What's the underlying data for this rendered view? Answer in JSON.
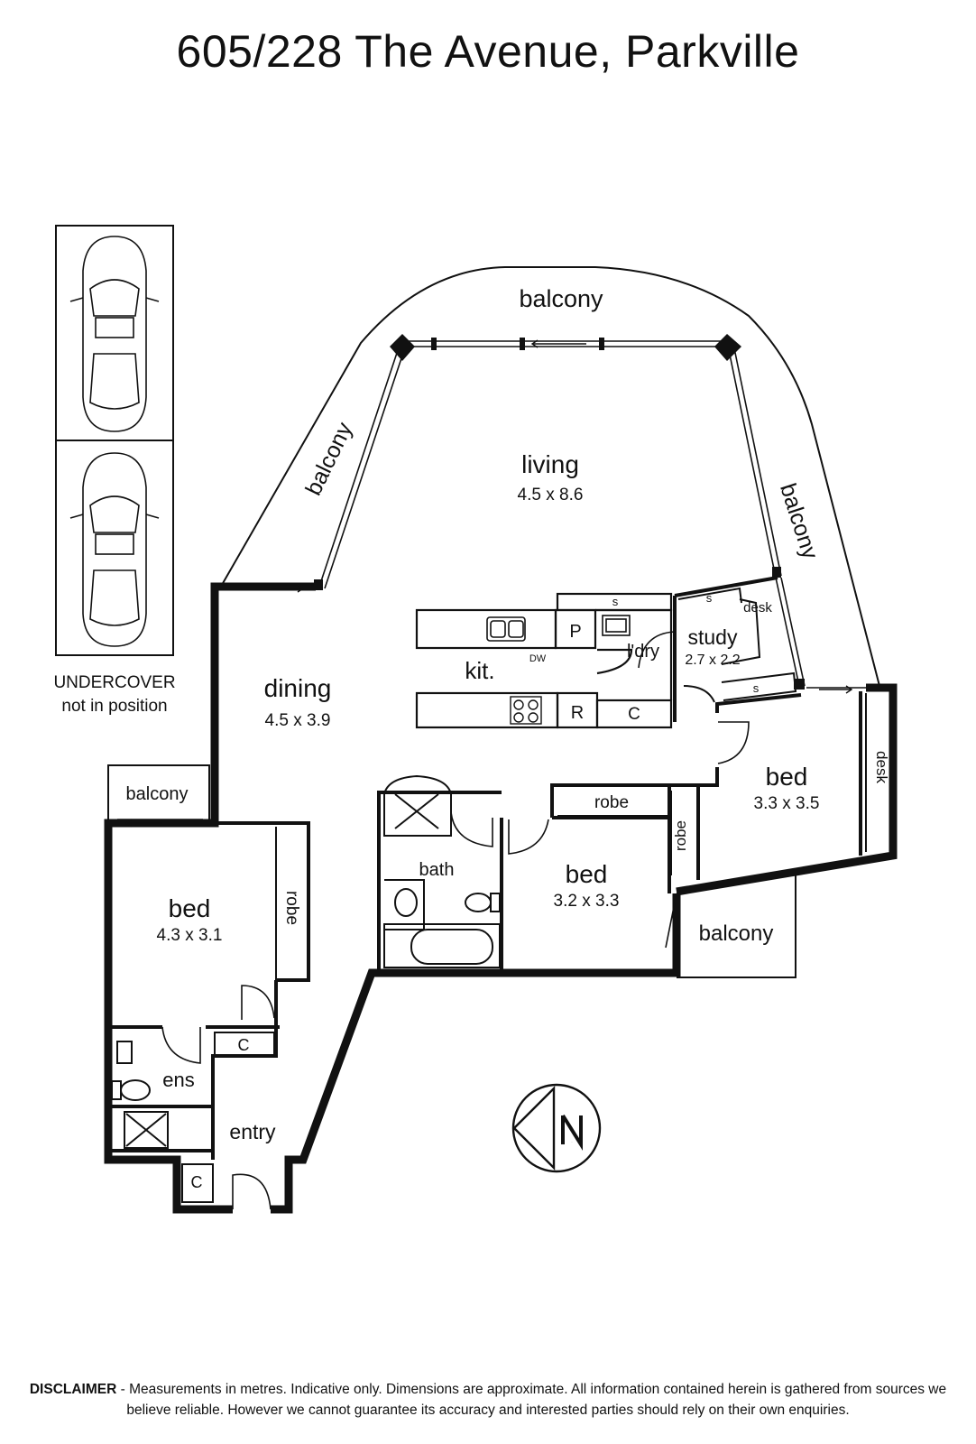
{
  "title": "605/228 The Avenue, Parkville",
  "rooms": {
    "living": {
      "name": "living",
      "size": "4.5 x 8.6"
    },
    "dining": {
      "name": "dining",
      "size": "4.5 x 3.9"
    },
    "study": {
      "name": "study",
      "size": "2.7 x 2.2"
    },
    "bed_main": {
      "name": "bed",
      "size": "4.3 x 3.1"
    },
    "bed_2": {
      "name": "bed",
      "size": "3.2 x 3.3"
    },
    "bed_3": {
      "name": "bed",
      "size": "3.3 x 3.5"
    },
    "kitchen": "kit.",
    "laundry": "l'dry",
    "bath": "bath",
    "ensuite": "ens",
    "entry": "entry"
  },
  "labels": {
    "balcony": "balcony",
    "robe": "robe",
    "desk": "desk",
    "shelf": "s",
    "pantry": "P",
    "fridge": "R",
    "cupboard": "C",
    "dishwasher": "DW"
  },
  "parking": {
    "line1": "UNDERCOVER",
    "line2": "not in position"
  },
  "compass": "N",
  "disclaimer": {
    "heading": "DISCLAIMER",
    "text": " - Measurements in metres. Indicative only. Dimensions are approximate. All information contained herein is gathered from sources we believe reliable. However we cannot guarantee its accuracy and interested parties should rely on their own enquiries."
  }
}
